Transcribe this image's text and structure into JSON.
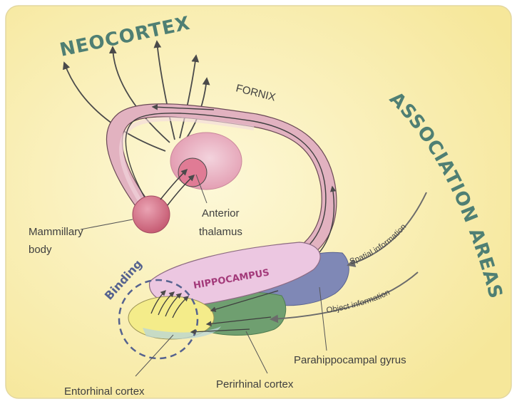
{
  "title": "NEOCORTEX",
  "association": "ASSOCIATION AREAS",
  "structures": {
    "fornix": "FORNIX",
    "hippocampus": "HIPPOCAMPUS",
    "binding": "Binding"
  },
  "labels": {
    "mammillary_1": "Mammillary",
    "mammillary_2": "body",
    "anterior_1": "Anterior",
    "anterior_2": "thalamus",
    "spatial": "Spatial information",
    "object": "Object information",
    "parahippocampal": "Parahippocampal gyrus",
    "entorhinal": "Entorhinal cortex",
    "perirhinal": "Perirhinal cortex"
  },
  "colors": {
    "background": "#f8eda5",
    "fornix": "#e2b2c0",
    "hippocampus": "#ecc7e1",
    "perirhinal": "#6f9f70",
    "parahippocampal": "#7f88b6",
    "entorhinal": "#f4ec8a",
    "title": "#4f7f73"
  }
}
